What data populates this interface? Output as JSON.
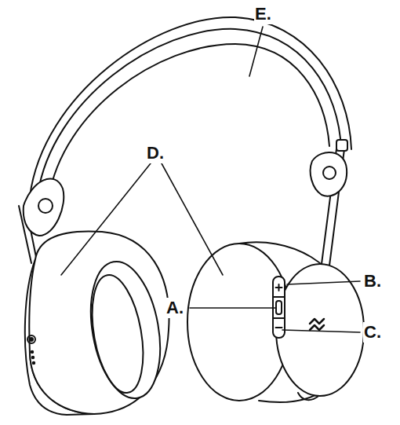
{
  "diagram": {
    "labels": [
      "E.",
      "D.",
      "A.",
      "B.",
      "C."
    ]
  }
}
